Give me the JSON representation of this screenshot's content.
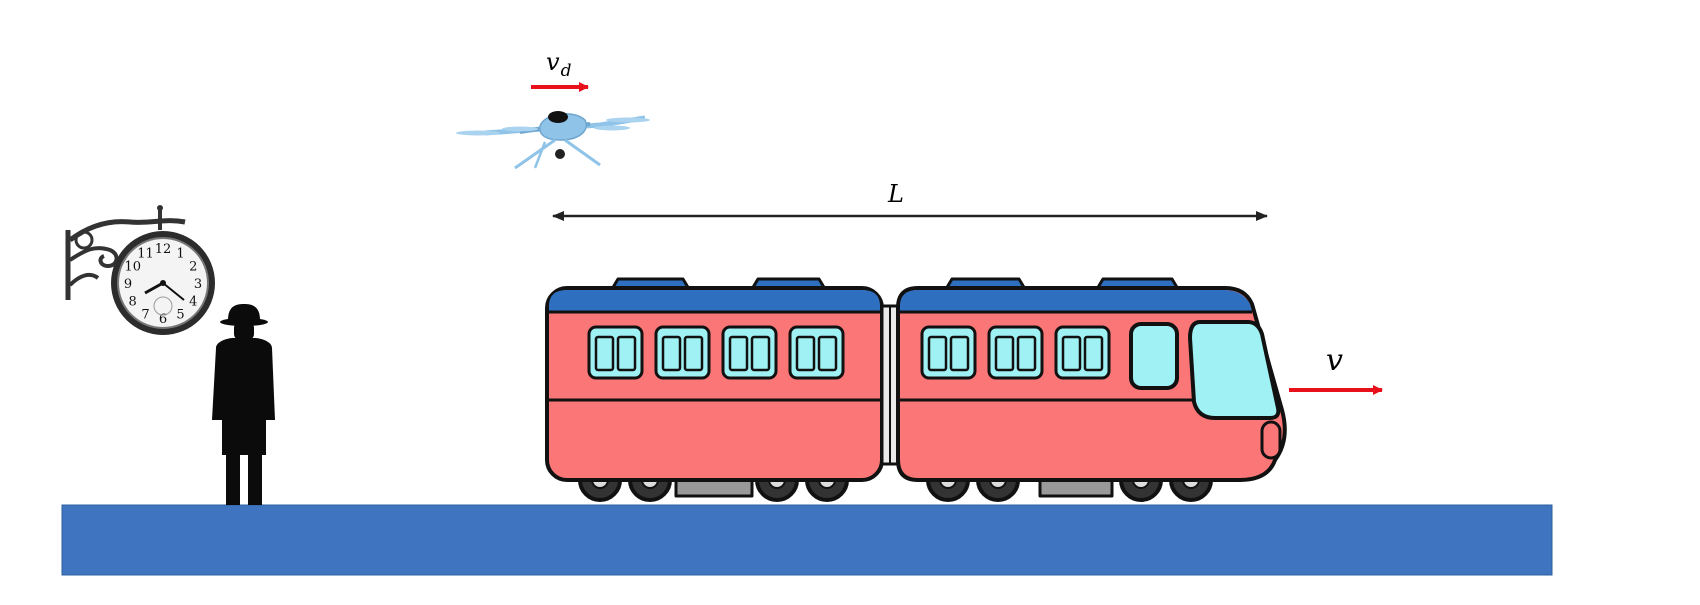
{
  "labels": {
    "drone_velocity": "v",
    "drone_velocity_subscript": "d",
    "train_velocity": "v",
    "length": "L"
  },
  "clock": {
    "numerals": [
      "12",
      "1",
      "2",
      "3",
      "4",
      "5",
      "6",
      "7",
      "8",
      "9",
      "10",
      "11"
    ]
  },
  "colors": {
    "ground": "#3f75c0",
    "train_body": "#fb7777",
    "train_roof": "#2f6fbf",
    "train_window": "#9ff1f3",
    "arrow": "#e8101a",
    "drone": "#8fc3e8",
    "person": "#0b0b0b"
  },
  "icons": [
    "wall-clock-icon",
    "person-silhouette-icon",
    "drone-icon",
    "train-icon"
  ]
}
